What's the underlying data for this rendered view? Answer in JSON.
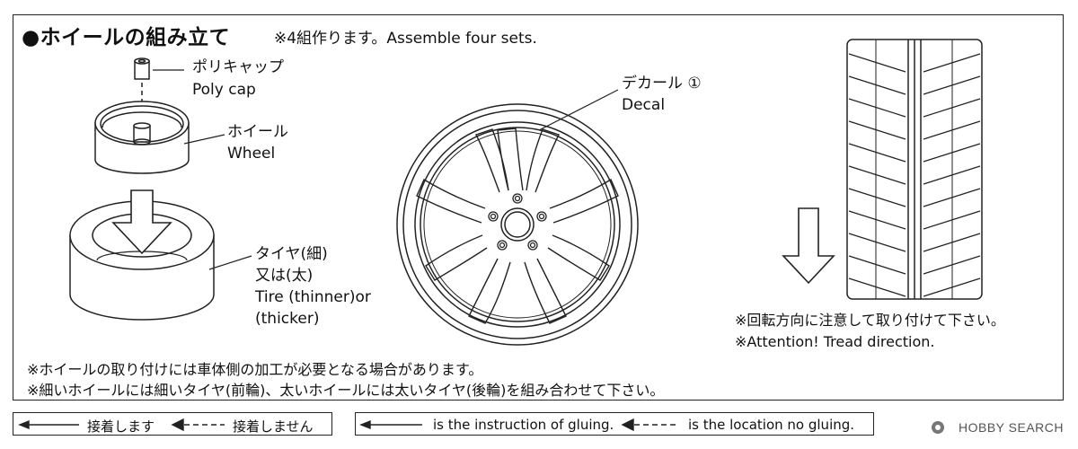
{
  "title": {
    "main": "●ホイールの組み立て",
    "sub": "※4組作ります。Assemble four sets."
  },
  "parts": {
    "polycap": {
      "jp": "ポリキャップ",
      "en": "Poly cap"
    },
    "wheel": {
      "jp": "ホイール",
      "en": "Wheel"
    },
    "tire": {
      "jp1": "タイヤ(細)",
      "jp2": "又は(太)",
      "en1": "Tire (thinner)or",
      "en2": "(thicker)"
    },
    "decal": {
      "jp": "デカール ①",
      "en": "Decal"
    }
  },
  "tread_note": {
    "jp": "※回転方向に注意して取り付けて下さい。",
    "en": "※Attention! Tread direction."
  },
  "notes": [
    "※ホイールの取り付けには車体側の加工が必要となる場合があります。",
    "※細いホイールには細いタイヤ(前輪)、太いホイールには太いタイヤ(後輪)を組み合わせて下さい。"
  ],
  "legend": {
    "jp": {
      "glue": "接着します",
      "no_glue": "接着しません"
    },
    "en": {
      "glue": "is the instruction of gluing.",
      "no_glue": "is the location no gluing."
    }
  },
  "watermark": "HOBBY SEARCH"
}
